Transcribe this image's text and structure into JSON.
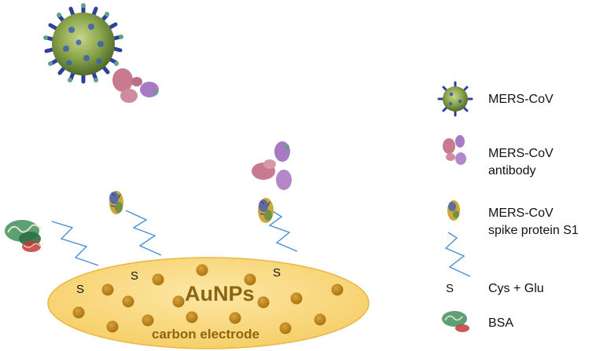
{
  "diagram": {
    "electrode_title": "AuNPs",
    "electrode_subtitle": "carbon electrode",
    "linker_letter": "S"
  },
  "legend": {
    "items": [
      {
        "icon": "virus-icon",
        "lines": [
          "MERS-CoV"
        ]
      },
      {
        "icon": "antibody-icon",
        "lines": [
          "MERS-CoV",
          "antibody"
        ]
      },
      {
        "icon": "spike-protein-icon",
        "lines": [
          "MERS-CoV",
          "spike protein S1"
        ]
      },
      {
        "icon": "zigzag-linker-icon",
        "lines": []
      },
      {
        "icon": "s-linker-icon",
        "lines": [
          "Cys + Glu"
        ],
        "letter": "S"
      },
      {
        "icon": "bsa-protein-icon",
        "lines": [
          "BSA"
        ]
      }
    ]
  },
  "colors": {
    "electrode_fill": "#f9d77a",
    "electrode_stroke": "#eab743",
    "nanoparticle": "#c08a1a",
    "linker": "#4a8fd6",
    "virus_core": "#8aa64a",
    "virus_spikes": "#2f3f9c",
    "antibody_pink": "#c97a8f",
    "antibody_purple": "#a77bc4"
  }
}
